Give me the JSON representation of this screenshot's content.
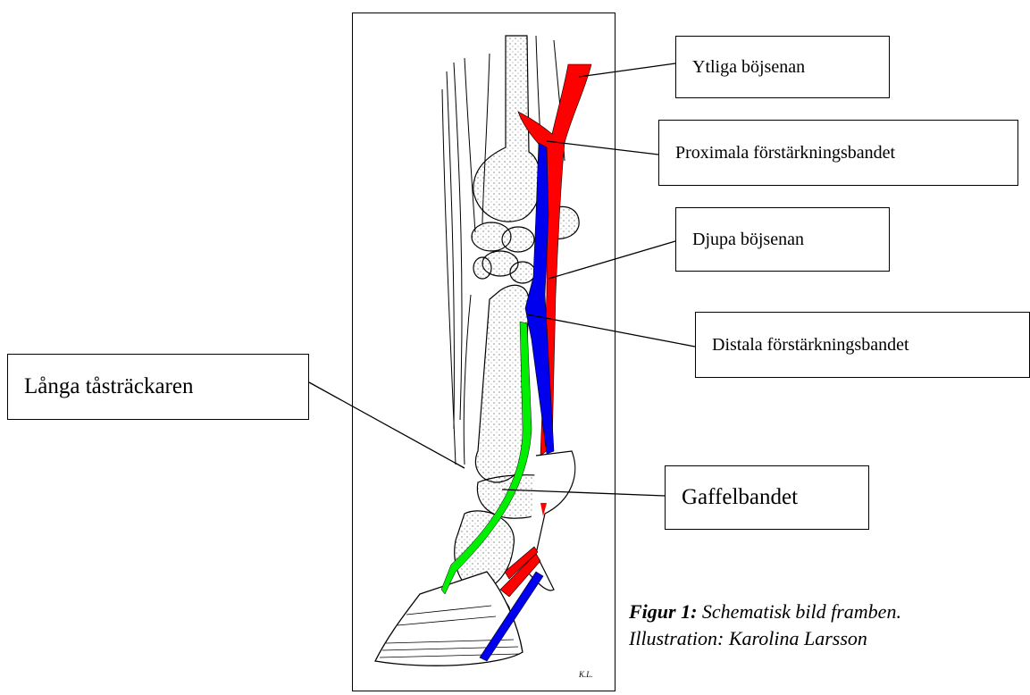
{
  "labels": {
    "ytliga": "Ytliga böjsenan",
    "proximala": "Proximala förstärkningsbandet",
    "djupa": "Djupa böjsenan",
    "distala": "Distala förstärkningsbandet",
    "langa": "Långa tåsträckaren",
    "gaffel": "Gaffelbandet"
  },
  "caption": {
    "figure": "Figur 1:",
    "title": "Schematisk bild framben.",
    "credit": "Illustration: Karolina Larsson"
  },
  "signature": "K.L.",
  "colors": {
    "superficial_flexor": "#ff0000",
    "deep_flexor": "#0000ee",
    "extensor": "#00ee00"
  }
}
